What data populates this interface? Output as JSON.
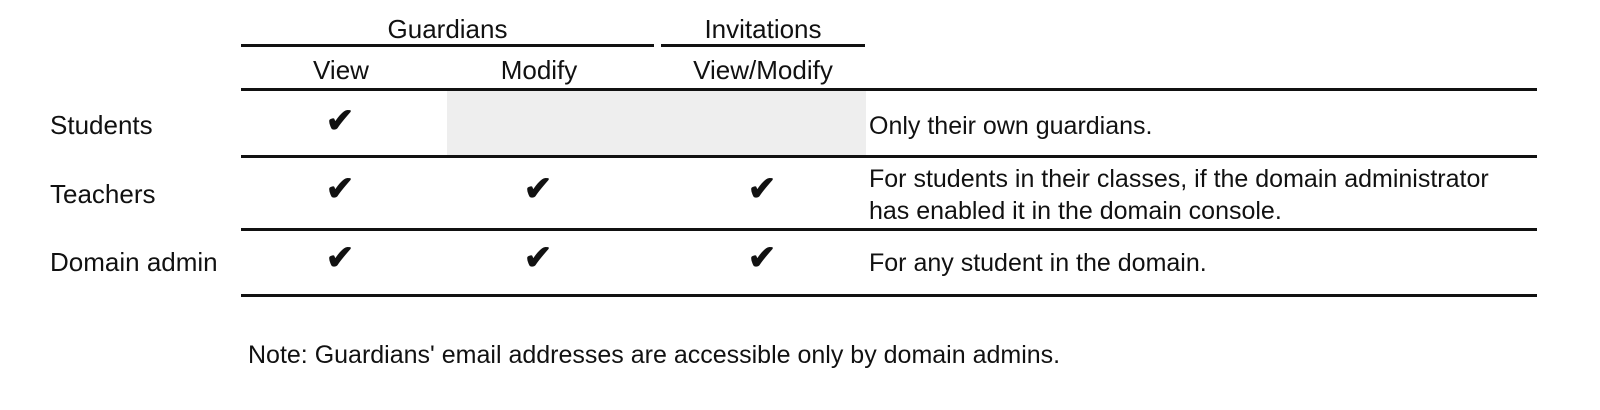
{
  "table": {
    "group_headers": [
      {
        "id": "guardians",
        "label": "Guardians"
      },
      {
        "id": "invitations",
        "label": "Invitations"
      }
    ],
    "column_headers": [
      {
        "id": "view",
        "label": "View",
        "group": "Guardians"
      },
      {
        "id": "modify",
        "label": "Modify",
        "group": "Guardians"
      },
      {
        "id": "view-modify",
        "label": "View/Modify",
        "group": "Invitations"
      }
    ],
    "rows": [
      {
        "id": "students",
        "label": "Students",
        "guardians_view": "check",
        "guardians_modify": "disabled",
        "invitations_view_modify": "none",
        "description": "Only their own guardians."
      },
      {
        "id": "teachers",
        "label": "Teachers",
        "guardians_view": "check",
        "guardians_modify": "check",
        "invitations_view_modify": "check",
        "description": "For students in their classes, if the domain administrator has enabled it in the domain console."
      },
      {
        "id": "domain-admin",
        "label": "Domain admin",
        "guardians_view": "check",
        "guardians_modify": "check",
        "invitations_view_modify": "check",
        "description": "For any student in the domain."
      }
    ],
    "check_glyph": "✔",
    "note": "Note: Guardians' email addresses are accessible only by domain admins.",
    "colors": {
      "rule": "#111111",
      "text": "#111111",
      "disabled_cell": "#eeeeee",
      "background": "#ffffff"
    }
  }
}
